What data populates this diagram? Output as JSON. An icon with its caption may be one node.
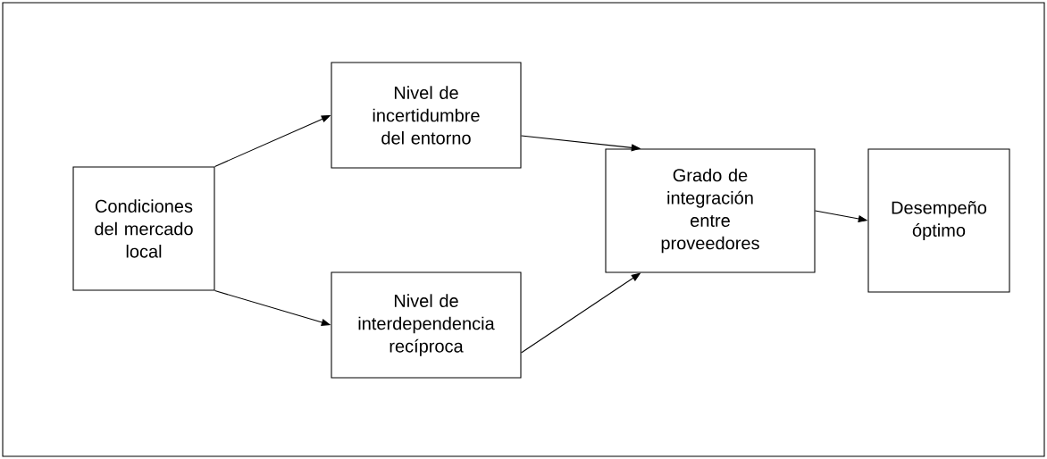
{
  "diagram": {
    "nodes": [
      {
        "text": [
          "Condiciones del mercado local"
        ]
      },
      {
        "text": [
          "Nivel de incertidumbre del entorno"
        ]
      },
      {
        "text": [
          "Nivel de interdependencia recíproca"
        ]
      },
      {
        "text": [
          "Grado de integración entre proveedores"
        ]
      },
      {
        "text": [
          "Desempeño óptimo"
        ]
      }
    ],
    "edges": [
      {
        "from": 0,
        "to": 1,
        "arrow": "to"
      },
      {
        "from": 0,
        "to": 2,
        "arrow": "to"
      },
      {
        "from": 1,
        "to": 3,
        "arrow": "to"
      },
      {
        "from": 2,
        "to": 3,
        "arrow": "to"
      },
      {
        "from": 3,
        "to": 4,
        "arrow": "to"
      }
    ]
  }
}
